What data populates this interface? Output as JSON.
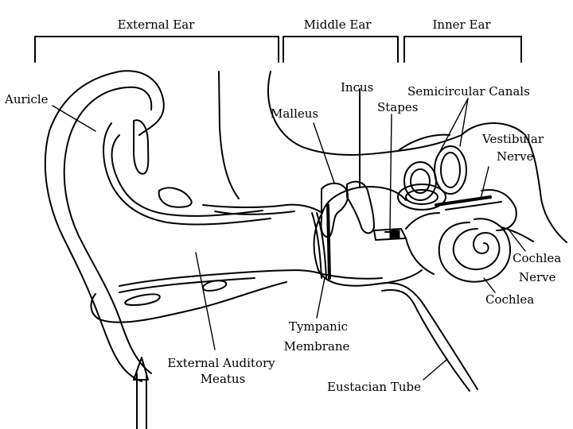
{
  "sections": {
    "external_ear": "External Ear",
    "middle_ear": "Middle Ear",
    "inner_ear": "Inner Ear"
  },
  "labels": {
    "auricle": "Auricle",
    "malleus": "Malleus",
    "incus": "Incus",
    "stapes": "Stapes",
    "semicircular_canals": "Semicircular Canals",
    "vestibular_nerve_1": "Vestibular",
    "vestibular_nerve_2": "Nerve",
    "cochlea_nerve_1": "Cochlea",
    "cochlea_nerve_2": "Nerve",
    "cochlea": "Cochlea",
    "tympanic_membrane_1": "Tympanic",
    "tympanic_membrane_2": "Membrane",
    "external_auditory_meatus_1": "External Auditory",
    "external_auditory_meatus_2": "Meatus",
    "eustacian_tube": "Eustacian Tube"
  }
}
